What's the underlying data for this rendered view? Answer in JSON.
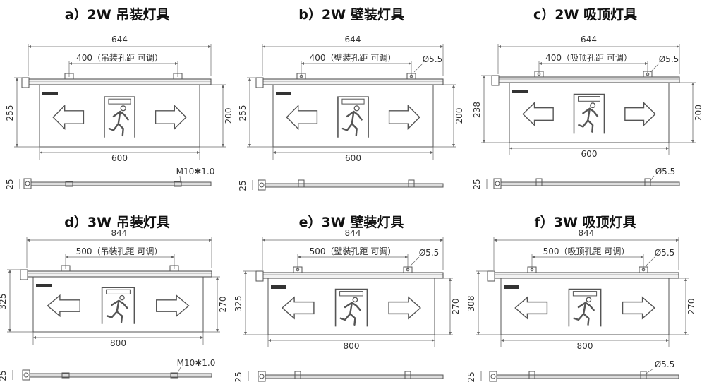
{
  "panels": [
    {
      "title": "a）2W 吊装灯具",
      "total_width": "644",
      "hole_spacing": "400（吊装孔距  可调）",
      "height": "255",
      "inner_height": "200",
      "inner_width": "600",
      "side": "25",
      "thread": "M10✱1.0",
      "hole_dia": ""
    },
    {
      "title": "b）2W 壁装灯具",
      "total_width": "644",
      "hole_spacing": "400（壁装孔距  可调）",
      "height": "255",
      "inner_height": "200",
      "inner_width": "600",
      "side": "25",
      "thread": "",
      "hole_dia": "Ø5.5"
    },
    {
      "title": "c）2W 吸顶灯具",
      "total_width": "644",
      "hole_spacing": "400（吸顶孔距  可调）",
      "height": "238",
      "inner_height": "200",
      "inner_width": "600",
      "side": "25",
      "thread": "",
      "hole_dia": "Ø5.5"
    },
    {
      "title": "d）3W 吊装灯具",
      "total_width": "844",
      "hole_spacing": "500（吊装孔距  可调）",
      "height": "325",
      "inner_height": "270",
      "inner_width": "800",
      "side": "25",
      "thread": "M10✱1.0",
      "hole_dia": ""
    },
    {
      "title": "e）3W 壁装灯具",
      "total_width": "844",
      "hole_spacing": "500（壁装孔距  可调）",
      "height": "325",
      "inner_height": "270",
      "inner_width": "800",
      "side": "25",
      "thread": "",
      "hole_dia": "Ø5.5"
    },
    {
      "title": "f）3W 吸顶灯具",
      "total_width": "844",
      "hole_spacing": "500（吸顶孔距  可调）",
      "height": "308",
      "inner_height": "270",
      "inner_width": "800",
      "side": "25",
      "thread": "",
      "hole_dia": "Ø5.5"
    }
  ],
  "colors": {
    "line": "#555555",
    "dim": "#666666",
    "title": "#111111"
  }
}
